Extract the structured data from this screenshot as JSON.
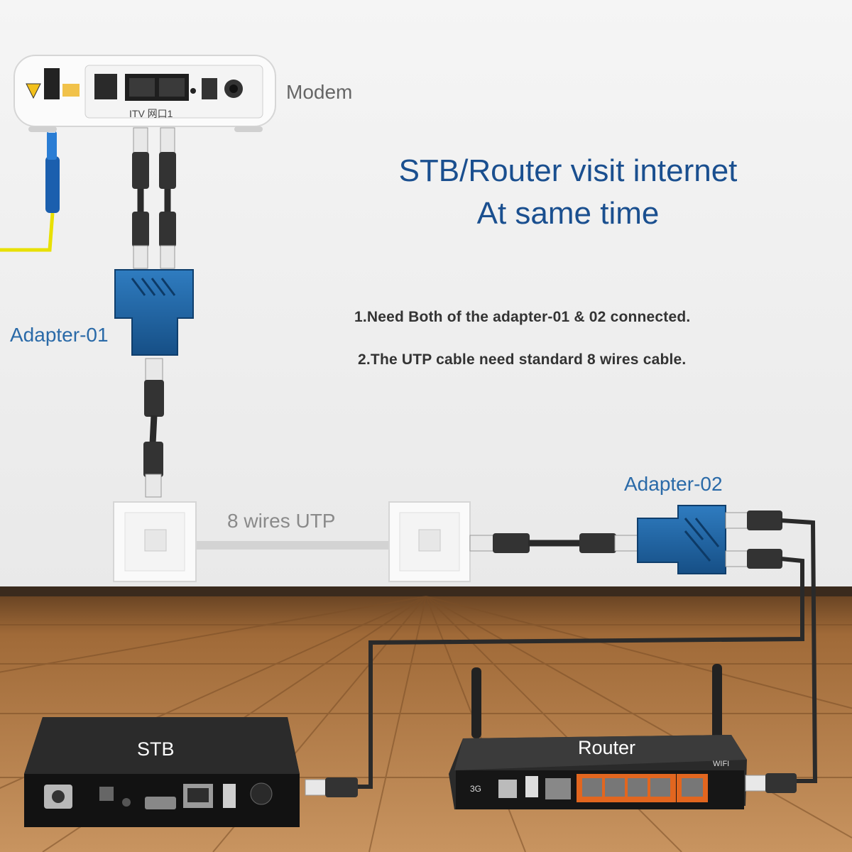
{
  "title": {
    "line1": "STB/Router visit internet",
    "line2": "At same time"
  },
  "notes": [
    "1.Need Both of the adapter-01 & 02 connected.",
    "2.The UTP cable need standard 8 wires cable."
  ],
  "labels": {
    "modem": "Modem",
    "adapter_01": "Adapter-01",
    "adapter_02": "Adapter-02",
    "utp": "8 wires UTP",
    "stb": "STB",
    "router": "Router",
    "modem_ports": "ITV  网口1",
    "router_3g": "3G",
    "router_wifi": "WIFI"
  },
  "colors": {
    "title": "#1a4f8f",
    "adapter_label": "#2a6aa8",
    "adapter_body": "#1e63a3",
    "wall": "#f2f2f2",
    "floor": "#b07a45",
    "fiber": "#e8e000"
  },
  "icons": [
    "modem-icon",
    "adapter-icon",
    "wall-socket-icon",
    "stb-box-icon",
    "router-icon",
    "ethernet-plug-icon",
    "fiber-connector-icon"
  ]
}
